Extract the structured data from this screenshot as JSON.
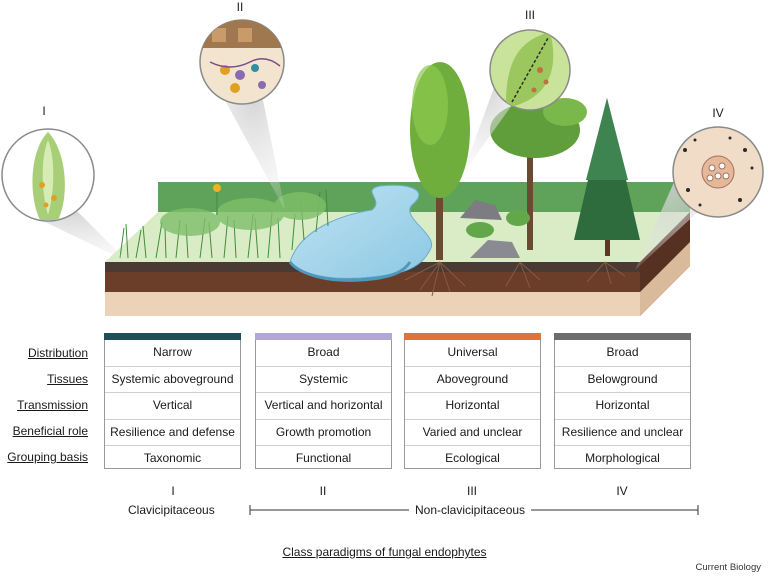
{
  "figure": {
    "panel_labels": [
      "I",
      "II",
      "III",
      "IV"
    ],
    "row_labels": [
      "Distribution",
      "Tissues",
      "Transmission",
      "Beneficial role",
      "Grouping basis"
    ],
    "columns": [
      {
        "color": "#1f4e5a",
        "values": [
          "Narrow",
          "Systemic aboveground",
          "Vertical",
          "Resilience and defense",
          "Taxonomic"
        ]
      },
      {
        "color": "#b3a7d6",
        "values": [
          "Broad",
          "Systemic",
          "Vertical and horizontal",
          "Growth promotion",
          "Functional"
        ]
      },
      {
        "color": "#e0733a",
        "values": [
          "Universal",
          "Aboveground",
          "Horizontal",
          "Varied and unclear",
          "Ecological"
        ]
      },
      {
        "color": "#6d6d6d",
        "values": [
          "Broad",
          "Belowground",
          "Horizontal",
          "Resilience and unclear",
          "Morphological"
        ]
      }
    ],
    "classes": {
      "romans": [
        "I",
        "II",
        "III",
        "IV"
      ],
      "clavicipitaceous": "Clavicipitaceous",
      "non_clavicipitaceous": "Non-clavicipitaceous"
    },
    "title": "Class paradigms of fungal endophytes",
    "source": "Current Biology"
  }
}
